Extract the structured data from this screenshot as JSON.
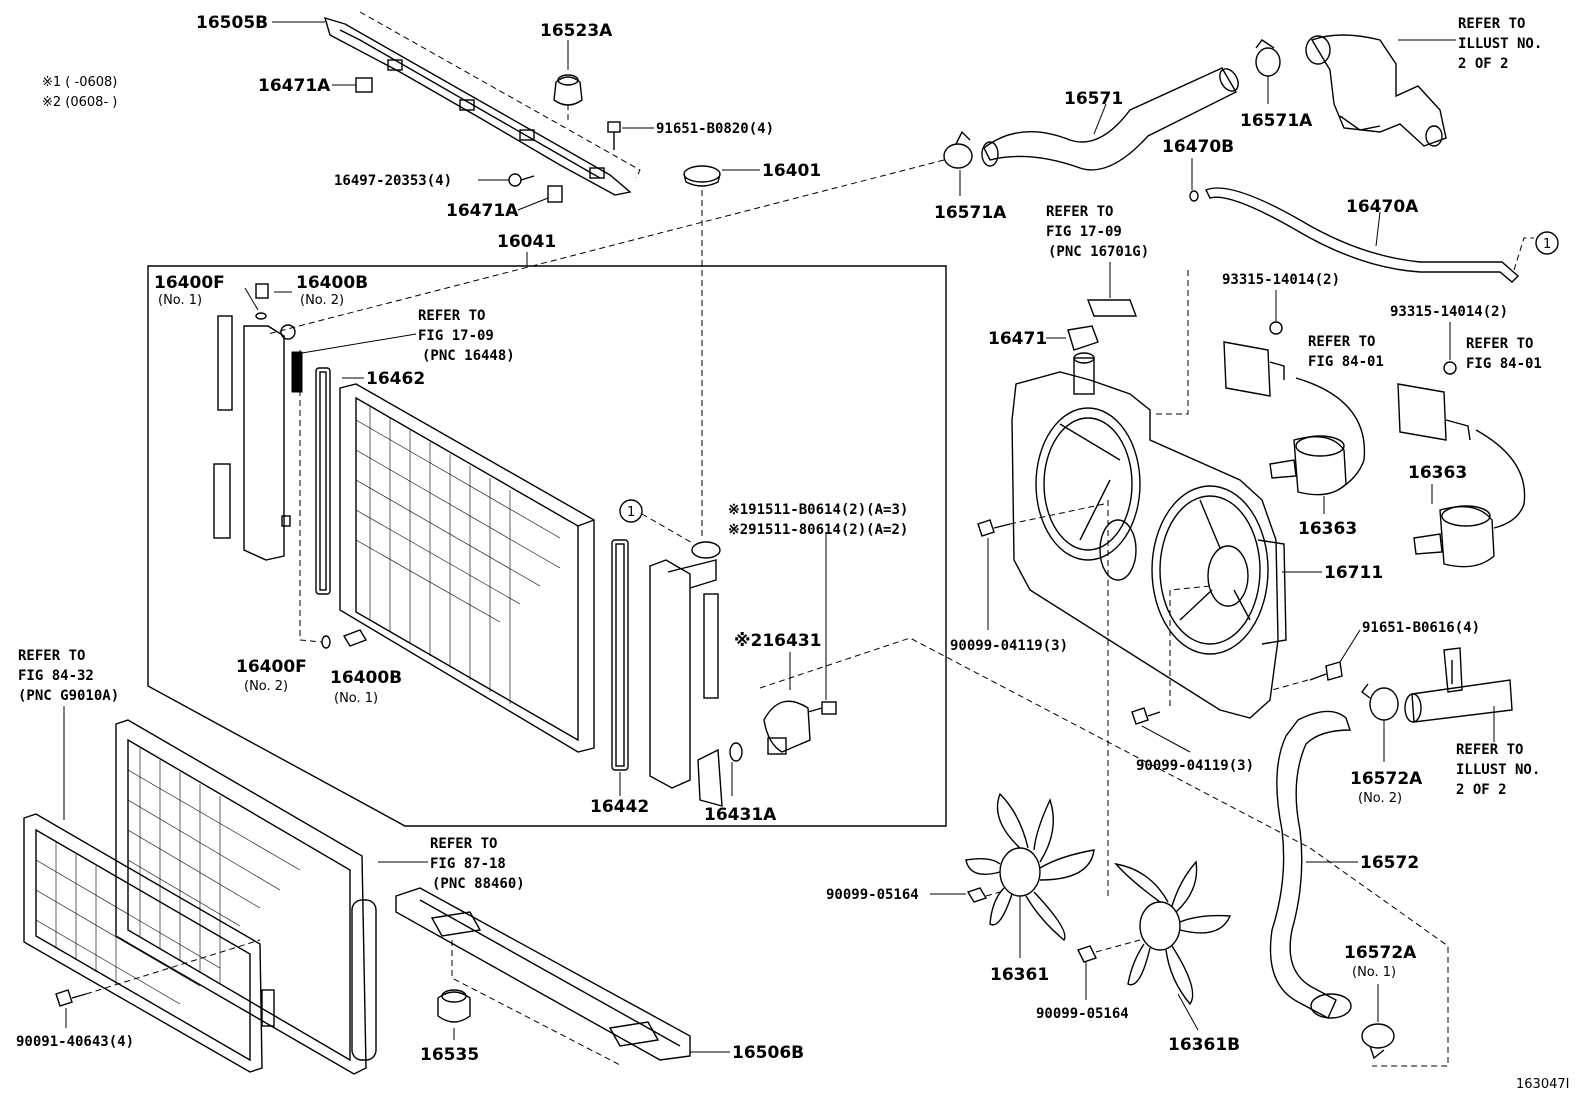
{
  "notes": {
    "n1": "※1 (      -0608)",
    "n2": "※2 (0608-      )"
  },
  "labels": {
    "p16505B": "16505B",
    "p16523A": "16523A",
    "p16471A_1": "16471A",
    "p91651B0820": "91651-B0820(4)",
    "p16497": "16497-20353(4)",
    "p16471A_2": "16471A",
    "p16401": "16401",
    "p16041": "16041",
    "p16400F_1": "16400F",
    "p16400F_1n": "(No. 1)",
    "p16400B_1": "16400B",
    "p16400B_1n": "(No. 2)",
    "p16462": "16462",
    "p16400F_2": "16400F",
    "p16400F_2n": "(No. 2)",
    "p16400B_2": "16400B",
    "p16400B_2n": "(No. 1)",
    "p91511a": "※191511-B0614(2)(A=3)",
    "p91511b": "※291511-80614(2)(A=2)",
    "p16431": "※216431",
    "p16442": "16442",
    "p16431A": "16431A",
    "p16571": "16571",
    "p16571A_1": "16571A",
    "p16571A_2": "16571A",
    "p16470B": "16470B",
    "p16470A": "16470A",
    "p16471": "16471",
    "p93315_1": "93315-14014(2)",
    "p93315_2": "93315-14014(2)",
    "p16363_1": "16363",
    "p16363_2": "16363",
    "p16711": "16711",
    "p90099_04119_1": "90099-04119(3)",
    "p90099_04119_2": "90099-04119(3)",
    "p91651B0616": "91651-B0616(4)",
    "p16572A_1": "16572A",
    "p16572A_1n": "(No. 2)",
    "p16572": "16572",
    "p16572A_2": "16572A",
    "p16572A_2n": "(No. 1)",
    "p90099_05164_1": "90099-05164",
    "p90099_05164_2": "90099-05164",
    "p16361": "16361",
    "p16361B": "16361B",
    "p90091": "90091-40643(4)",
    "p16535": "16535",
    "p16506B": "16506B",
    "circle1": "1",
    "circle2": "1",
    "diagram_id": "163047I"
  },
  "refs": {
    "r1": [
      "REFER TO",
      "ILLUST NO.",
      "2 OF 2"
    ],
    "r2": [
      "REFER TO",
      "FIG 17-09",
      "(PNC 16701G)"
    ],
    "r3": [
      "REFER TO",
      "FIG 17-09",
      "(PNC 16448)"
    ],
    "r4": [
      "REFER TO",
      "FIG 84-01"
    ],
    "r5": [
      "REFER TO",
      "FIG 84-01"
    ],
    "r6": [
      "REFER TO",
      "FIG 84-32",
      "(PNC G9010A)"
    ],
    "r7": [
      "REFER TO",
      "FIG 87-18",
      "(PNC 88460)"
    ],
    "r8": [
      "REFER TO",
      "ILLUST NO.",
      "2 OF 2"
    ]
  }
}
